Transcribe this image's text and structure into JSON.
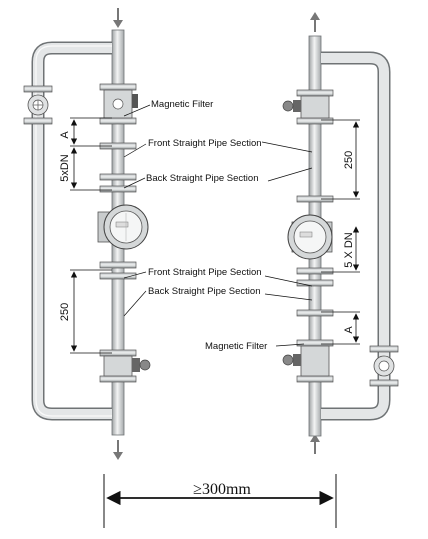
{
  "left_install": {
    "magnetic_filter": "Magnetic Filter",
    "front_straight": "Front Straight Pipe Section",
    "back_straight": "Back Straight Pipe Section",
    "front_straight_2": "Front Straight Pipe Section",
    "back_straight_2": "Back Straight Pipe Section",
    "dim_a": "A",
    "dim_5dn": "5xDN",
    "dim_250": "250"
  },
  "right_install": {
    "dim_250": "250",
    "dim_5dn": "5 X DN",
    "dim_a": "A",
    "magnetic_filter": "Magnetic Filter"
  },
  "spacing_label": "≥300mm",
  "colors": {
    "pipe": "#d9dcdd",
    "pipe_edge": "#6f7375",
    "line": "#111111"
  }
}
